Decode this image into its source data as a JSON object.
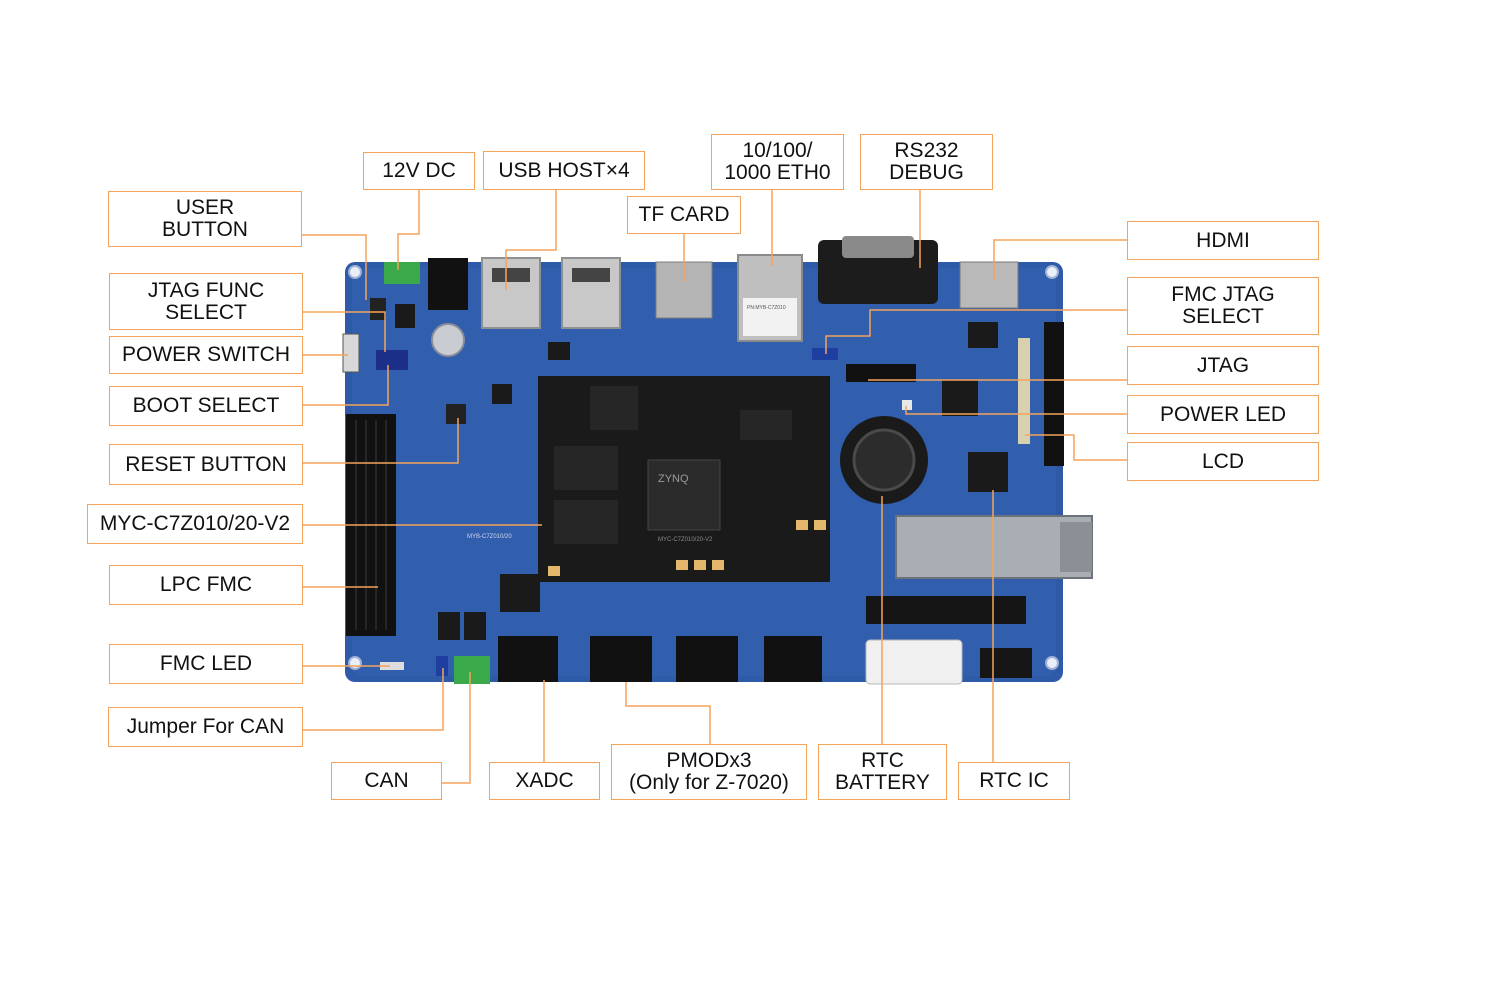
{
  "colors": {
    "leader": "#f5a35b",
    "board": "#2f5aa8",
    "board_dark": "#1d3f80",
    "module": "#1a1a1a",
    "header": "#111111",
    "connector_silver": "#c8c8c8"
  },
  "labels": {
    "user_button": "USER\nBUTTON",
    "jtag_func_select": "JTAG FUNC\nSELECT",
    "power_switch": "POWER SWITCH",
    "boot_select": "BOOT SELECT",
    "reset_button": "RESET BUTTON",
    "myc_module": "MYC-C7Z010/20-V2",
    "lpc_fmc": "LPC FMC",
    "fmc_led": "FMC LED",
    "jumper_can": "Jumper For CAN",
    "can": "CAN",
    "xadc": "XADC",
    "pmod": "PMODx3\n(Only for Z-7020)",
    "rtc_battery": "RTC\nBATTERY",
    "rtc_ic": "RTC IC",
    "dc12v": "12V DC",
    "usb_host": "USB HOST×4",
    "tf_card": "TF CARD",
    "eth0": "10/100/\n1000 ETH0",
    "rs232": "RS232\nDEBUG",
    "hdmi": "HDMI",
    "fmc_jtag_select": "FMC JTAG\nSELECT",
    "jtag": "JTAG",
    "power_led": "POWER LED",
    "lcd": "LCD"
  },
  "board_text": {
    "zynq": "ZYNQ",
    "module_part": "MYC-C7Z010/20-V2",
    "baseboard_part": "MYB-C7Z010/20",
    "eth_sticker": "PN:MYB-C7Z010"
  }
}
